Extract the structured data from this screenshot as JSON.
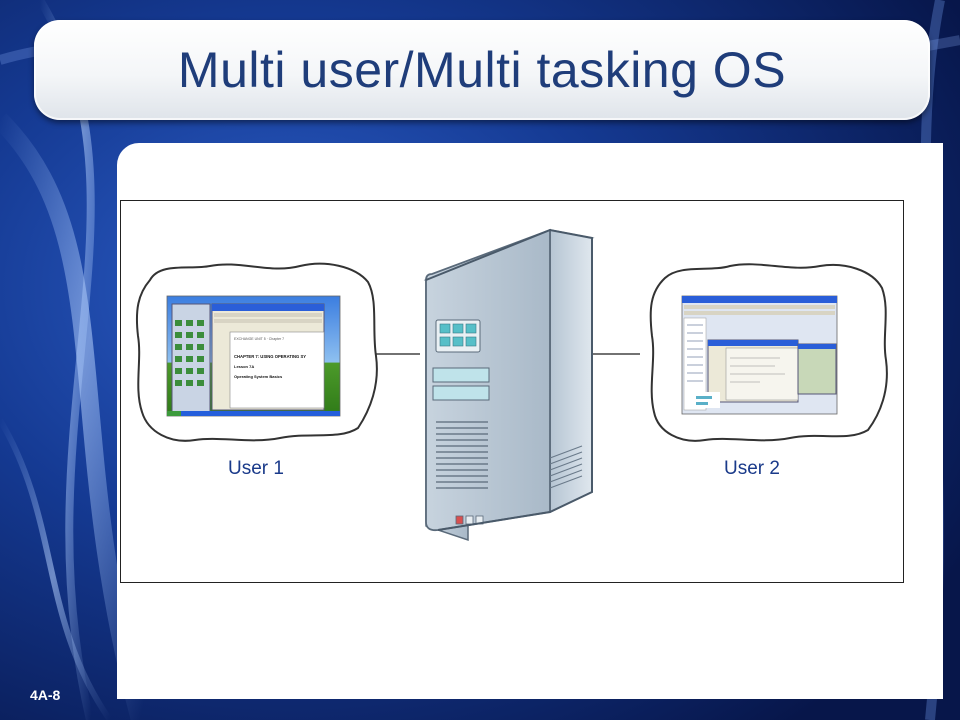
{
  "slide": {
    "title": "Multi user/Multi tasking OS",
    "number": "4A-8"
  },
  "diagram": {
    "users": [
      {
        "label": "User 1"
      },
      {
        "label": "User 2"
      }
    ],
    "screen1": {
      "doc_lines": [
        "EXCHANGE UNIT 5 · Chapter 7",
        "CHAPTER 7: USING OPERATING SY",
        "Lesson 7A",
        "Operating System Basics"
      ]
    }
  },
  "colors": {
    "background_dark": "#0b1f5c",
    "accent_blue": "#2a5ec8",
    "title_text": "#1f3d7a",
    "user_label": "#1a3a8a",
    "server_body": "#aebfcf"
  }
}
